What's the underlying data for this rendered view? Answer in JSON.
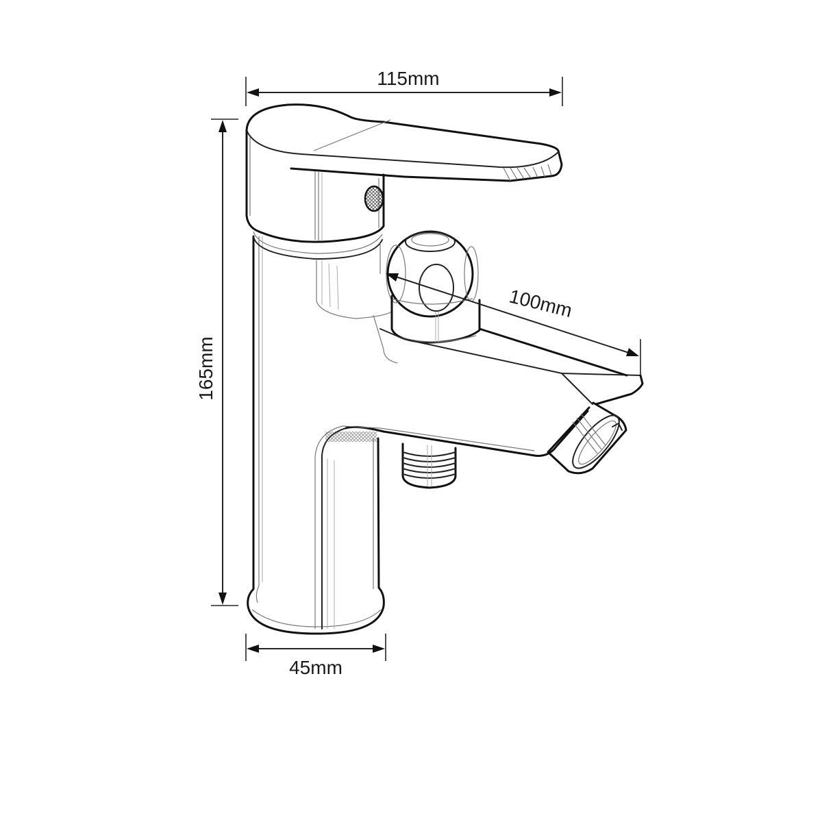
{
  "drawing": {
    "subject": "Single-lever basin mixer faucet with diverter knob",
    "colors": {
      "line": "#111111",
      "background": "#ffffff"
    }
  },
  "dimensions": {
    "width_top": {
      "label": "115mm"
    },
    "height": {
      "label": "165mm"
    },
    "spout_length": {
      "label": "100mm"
    },
    "base_diameter": {
      "label": "45mm"
    }
  }
}
